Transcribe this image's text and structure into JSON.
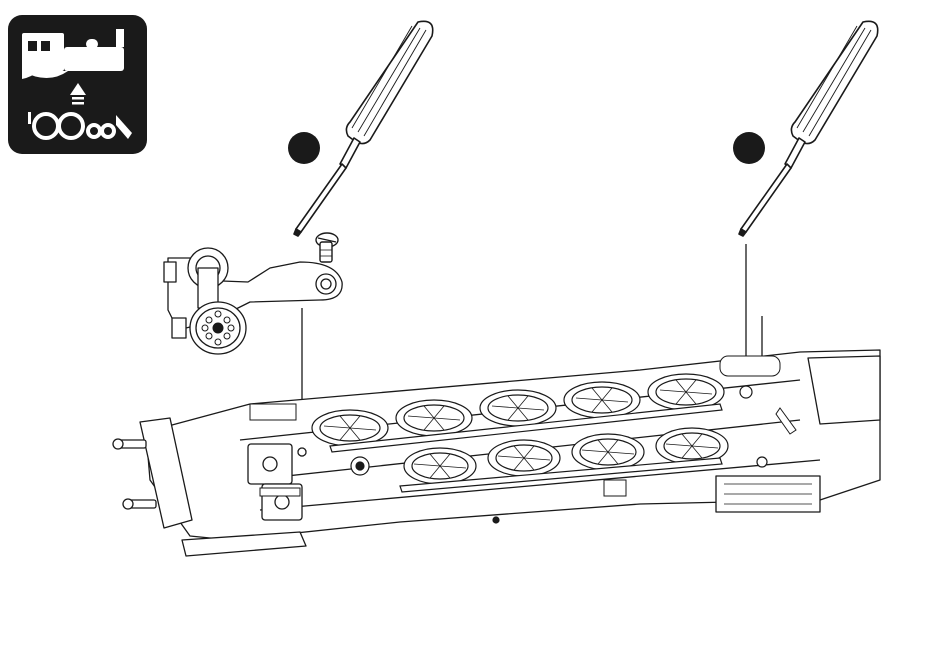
{
  "diagram": {
    "panel_icon": "locomotive-tender-separation-icon",
    "tools": [
      {
        "name": "screwdriver-left",
        "icon": "flat-screwdriver-icon"
      },
      {
        "name": "screwdriver-right",
        "icon": "flat-screwdriver-icon"
      }
    ],
    "parts": [
      {
        "name": "pony-truck",
        "icon": "wheel-truck-icon"
      },
      {
        "name": "truck-screw",
        "icon": "slotted-screw-icon"
      },
      {
        "name": "locomotive-chassis",
        "icon": "steam-locomotive-underside-icon"
      }
    ],
    "colors": {
      "ink": "#1a1a1a",
      "panel": "#1a1a1a",
      "background": "#ffffff"
    }
  }
}
